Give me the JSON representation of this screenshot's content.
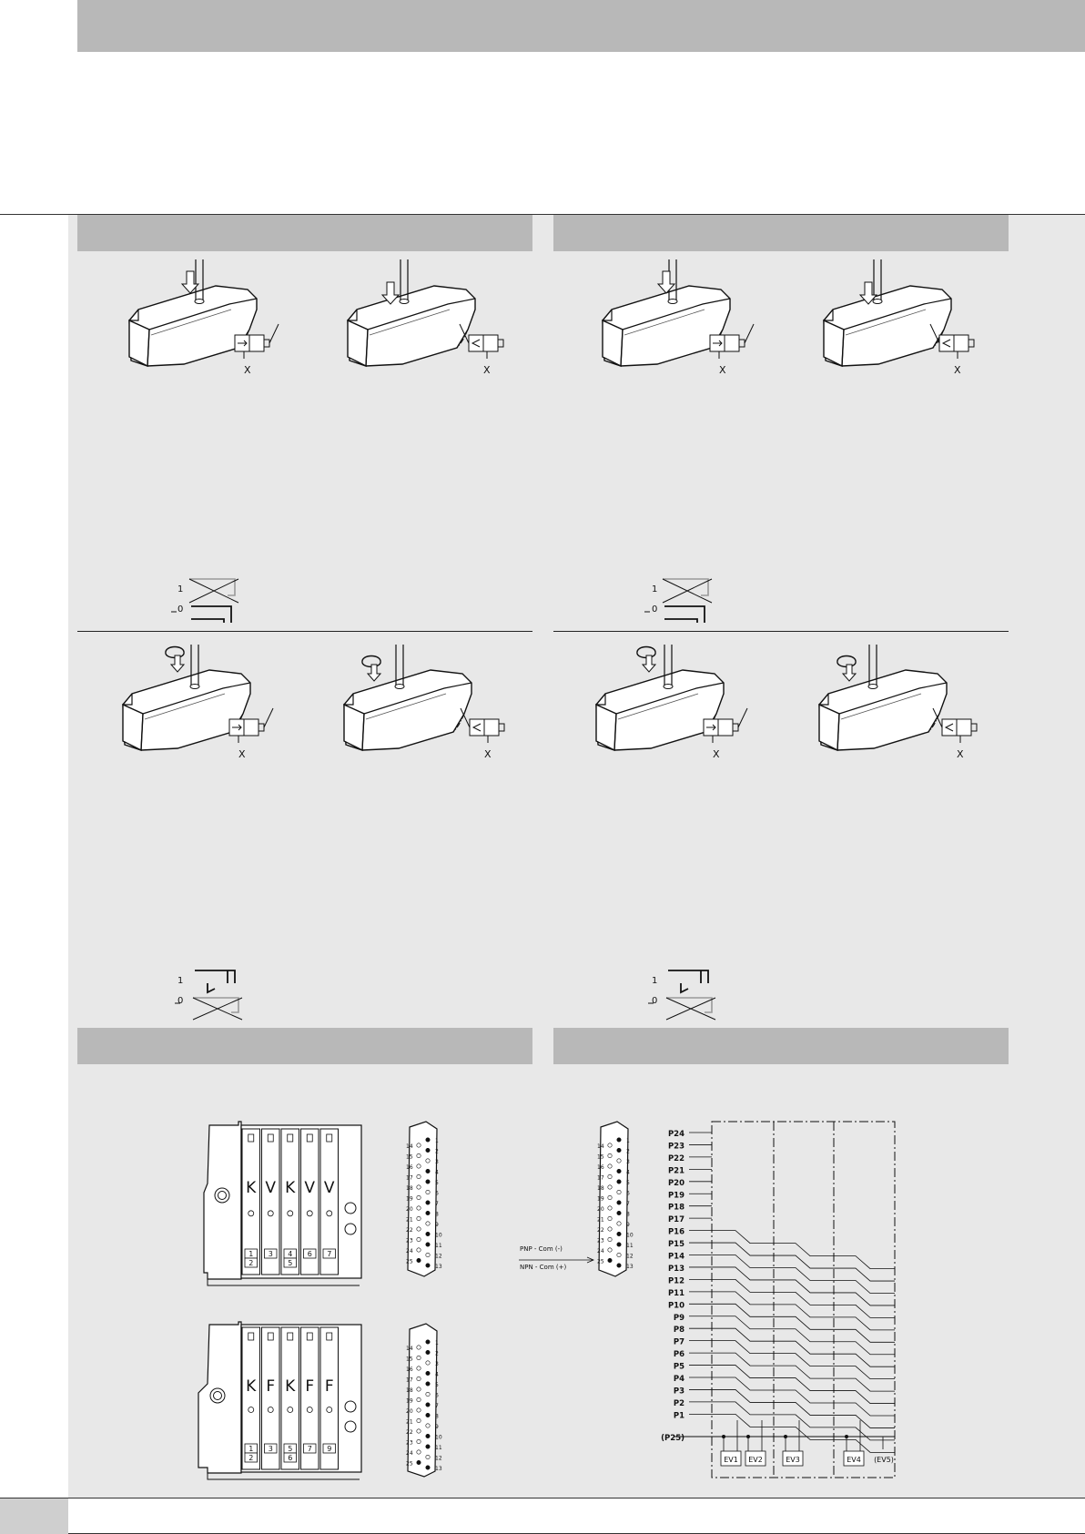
{
  "symbols": {
    "exhaust_x": "X",
    "state_one": "1",
    "state_zero": "0"
  },
  "modules": {
    "top_labels": [
      "K",
      "V",
      "K",
      "V",
      "V"
    ],
    "top_ports": [
      [
        "1",
        "2"
      ],
      [
        "3"
      ],
      [
        "4",
        "5"
      ],
      [
        "6"
      ],
      [
        "7"
      ]
    ],
    "bottom_labels": [
      "K",
      "F",
      "K",
      "F",
      "F"
    ],
    "bottom_ports": [
      [
        "1",
        "2"
      ],
      [
        "3"
      ],
      [
        "5",
        "6"
      ],
      [
        "7"
      ],
      [
        "9"
      ]
    ]
  },
  "connector": {
    "pins_row_a": [
      "14",
      "15",
      "16",
      "17",
      "18",
      "19",
      "20",
      "21",
      "22",
      "23",
      "24",
      "25"
    ],
    "pins_row_b": [
      "1",
      "2",
      "3",
      "4",
      "5",
      "6",
      "7",
      "8",
      "9",
      "10",
      "11",
      "12",
      "13"
    ]
  },
  "wiring": {
    "pnp_label": "PNP - Com (-)",
    "npn_label": "NPN - Com (+)",
    "pins": [
      "P24",
      "P23",
      "P22",
      "P21",
      "P20",
      "P19",
      "P18",
      "P17",
      "P16",
      "P15",
      "P14",
      "P13",
      "P12",
      "P11",
      "P10",
      "P9",
      "P8",
      "P7",
      "P6",
      "P5",
      "P4",
      "P3",
      "P2",
      "P1"
    ],
    "common_pin": "(P25)",
    "valves": [
      "EV1",
      "EV2",
      "EV3",
      "EV4",
      "(EV5)"
    ]
  }
}
